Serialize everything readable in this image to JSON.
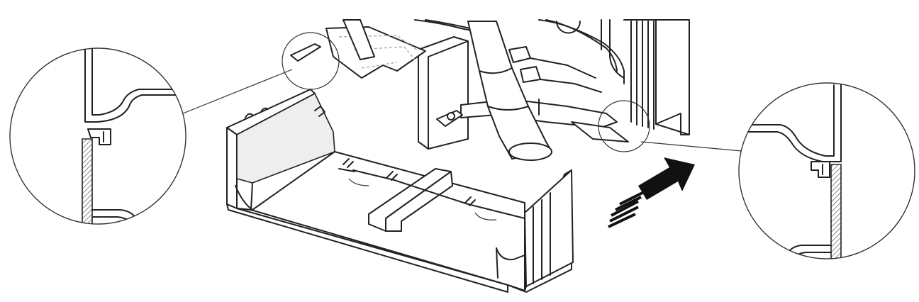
{
  "figure": {
    "kind": "exploded-assembly-illustration",
    "description_visible_text": "",
    "colors": {
      "line": "#222222",
      "background": "#ffffff",
      "hatch": "#555555",
      "arrow": "#111111"
    },
    "parts": [
      {
        "id": "tray",
        "icon": "drip-tray"
      },
      {
        "id": "unit",
        "icon": "boiler-housing"
      },
      {
        "id": "pipe",
        "icon": "pipe"
      },
      {
        "id": "arrow",
        "icon": "insertion-arrow"
      },
      {
        "id": "detail-left",
        "icon": "magnified-detail"
      },
      {
        "id": "detail-right",
        "icon": "magnified-detail"
      }
    ]
  }
}
